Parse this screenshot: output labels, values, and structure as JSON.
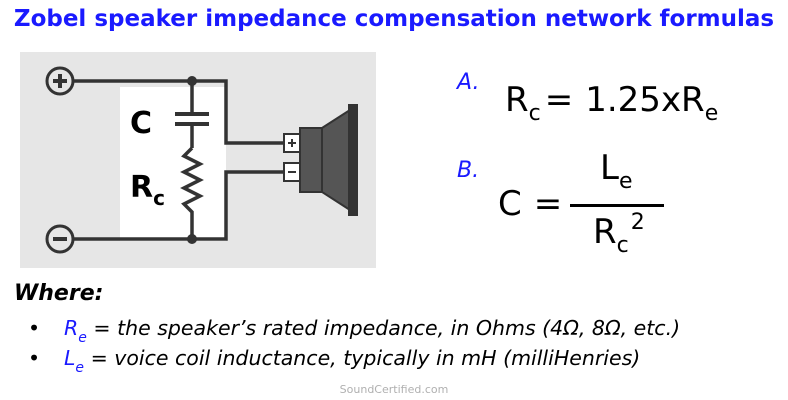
{
  "title": "Zobel speaker impedance compensation network formulas",
  "diagram": {
    "cap_label": "C",
    "res_label": "R",
    "res_sub": "c",
    "plus_symbol": "+",
    "minus_symbol": "−"
  },
  "formula_a": {
    "letter": "A.",
    "lhs": "R",
    "lhs_sub": "c",
    "equals": "=",
    "rhs_coef": "1.25xR",
    "rhs_sub": "e"
  },
  "formula_b": {
    "letter": "B.",
    "lhs": "C",
    "equals": "=",
    "num": "L",
    "num_sub": "e",
    "den": "R",
    "den_sub": "c",
    "den_exp": "2"
  },
  "where": {
    "heading": "Where:",
    "items": [
      {
        "bullet": "•",
        "sym": "R",
        "sym_sub": "e",
        "text": " = the speaker’s rated impedance, in Ohms (4Ω, 8Ω, etc.)"
      },
      {
        "bullet": "•",
        "sym": "L",
        "sym_sub": "e",
        "text": " = voice coil inductance, typically in mH (milliHenries)"
      }
    ]
  },
  "footer": "SoundCertified.com",
  "colors": {
    "accent": "#1a1aff",
    "panel": "#e6e6e6",
    "wire": "#333333",
    "speaker": "#555555"
  }
}
